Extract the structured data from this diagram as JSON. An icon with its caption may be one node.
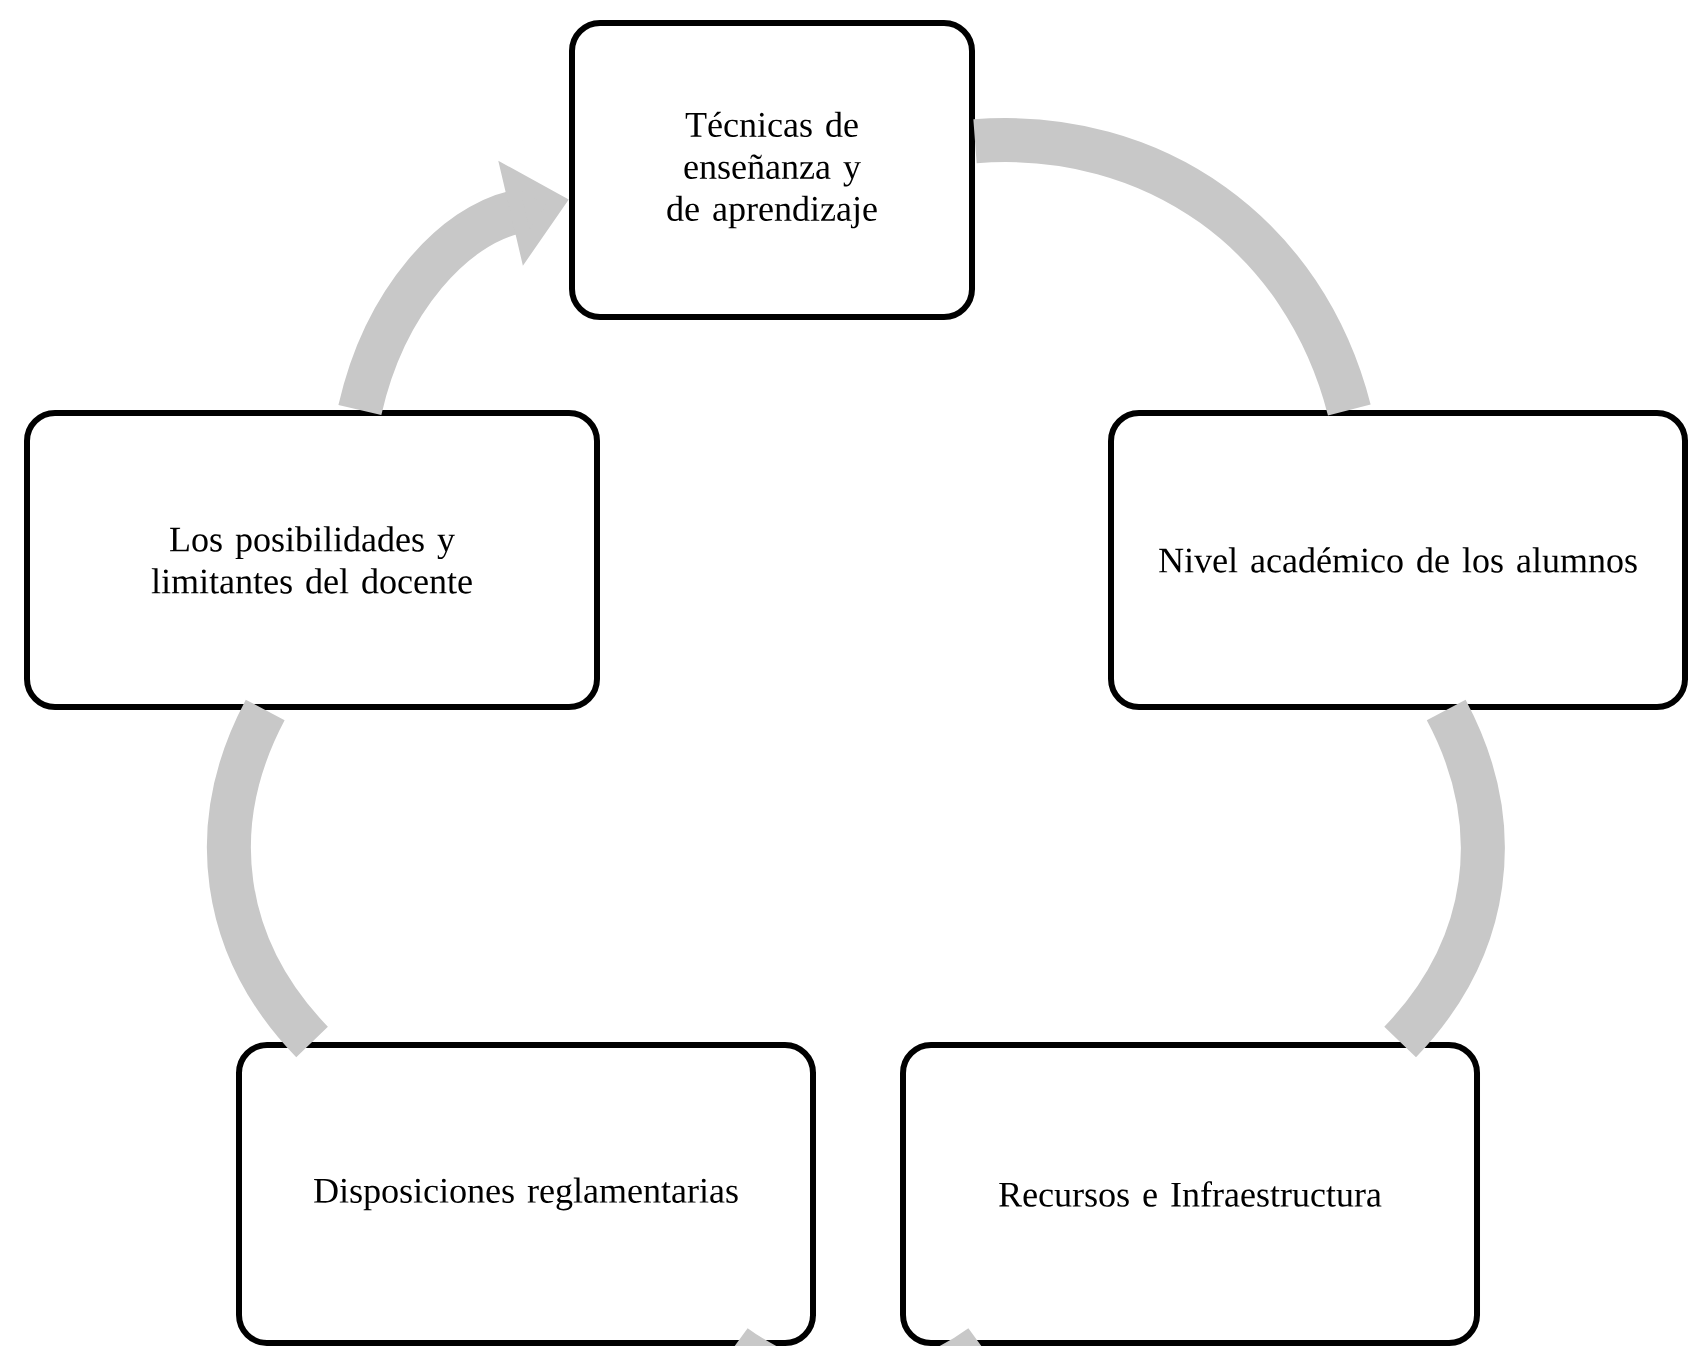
{
  "diagram": {
    "nodes": [
      {
        "text": [
          "Técnicas de enseñanza y de aprendizaje"
        ]
      },
      {
        "text": [
          "Nivel académico de los alumnos"
        ]
      },
      {
        "text": [
          "Recursos e Infraestructura"
        ]
      },
      {
        "text": [
          "Disposiciones reglamentarias"
        ]
      },
      {
        "text": [
          "Los posibilidades y limitantes del docente"
        ]
      }
    ],
    "edges": [
      {
        "from": 0,
        "to": 1,
        "arrow": "none"
      },
      {
        "from": 1,
        "to": 2,
        "arrow": "none"
      },
      {
        "from": 2,
        "to": 3,
        "arrow": "none"
      },
      {
        "from": 3,
        "to": 4,
        "arrow": "none"
      },
      {
        "from": 4,
        "to": 0,
        "arrow": "to"
      }
    ]
  }
}
